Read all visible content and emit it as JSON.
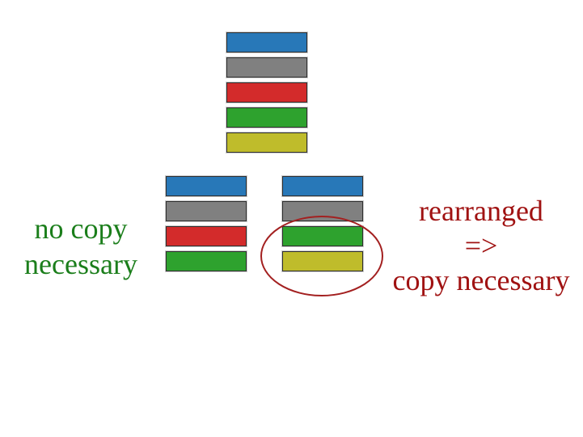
{
  "slide": {
    "left_label": {
      "line1": "no copy",
      "line2": "necessary"
    },
    "right_label": {
      "line1": "rearranged",
      "line2": "=>",
      "line3": "copy necessary"
    }
  },
  "stacks": {
    "top": {
      "bars": [
        "blue",
        "gray",
        "red",
        "green",
        "yellow"
      ]
    },
    "bottom_left": {
      "bars": [
        "blue",
        "gray",
        "red",
        "green"
      ]
    },
    "bottom_right": {
      "bars": [
        "blue",
        "gray",
        "green",
        "yellow"
      ]
    }
  },
  "colors": {
    "blue": "#2878B8",
    "gray": "#808080",
    "red": "#D32B2B",
    "green": "#2EA22E",
    "yellow": "#BFBC2B",
    "green_text": "#1B7E1B",
    "red_text": "#A01212",
    "ellipse": "#A32020"
  }
}
